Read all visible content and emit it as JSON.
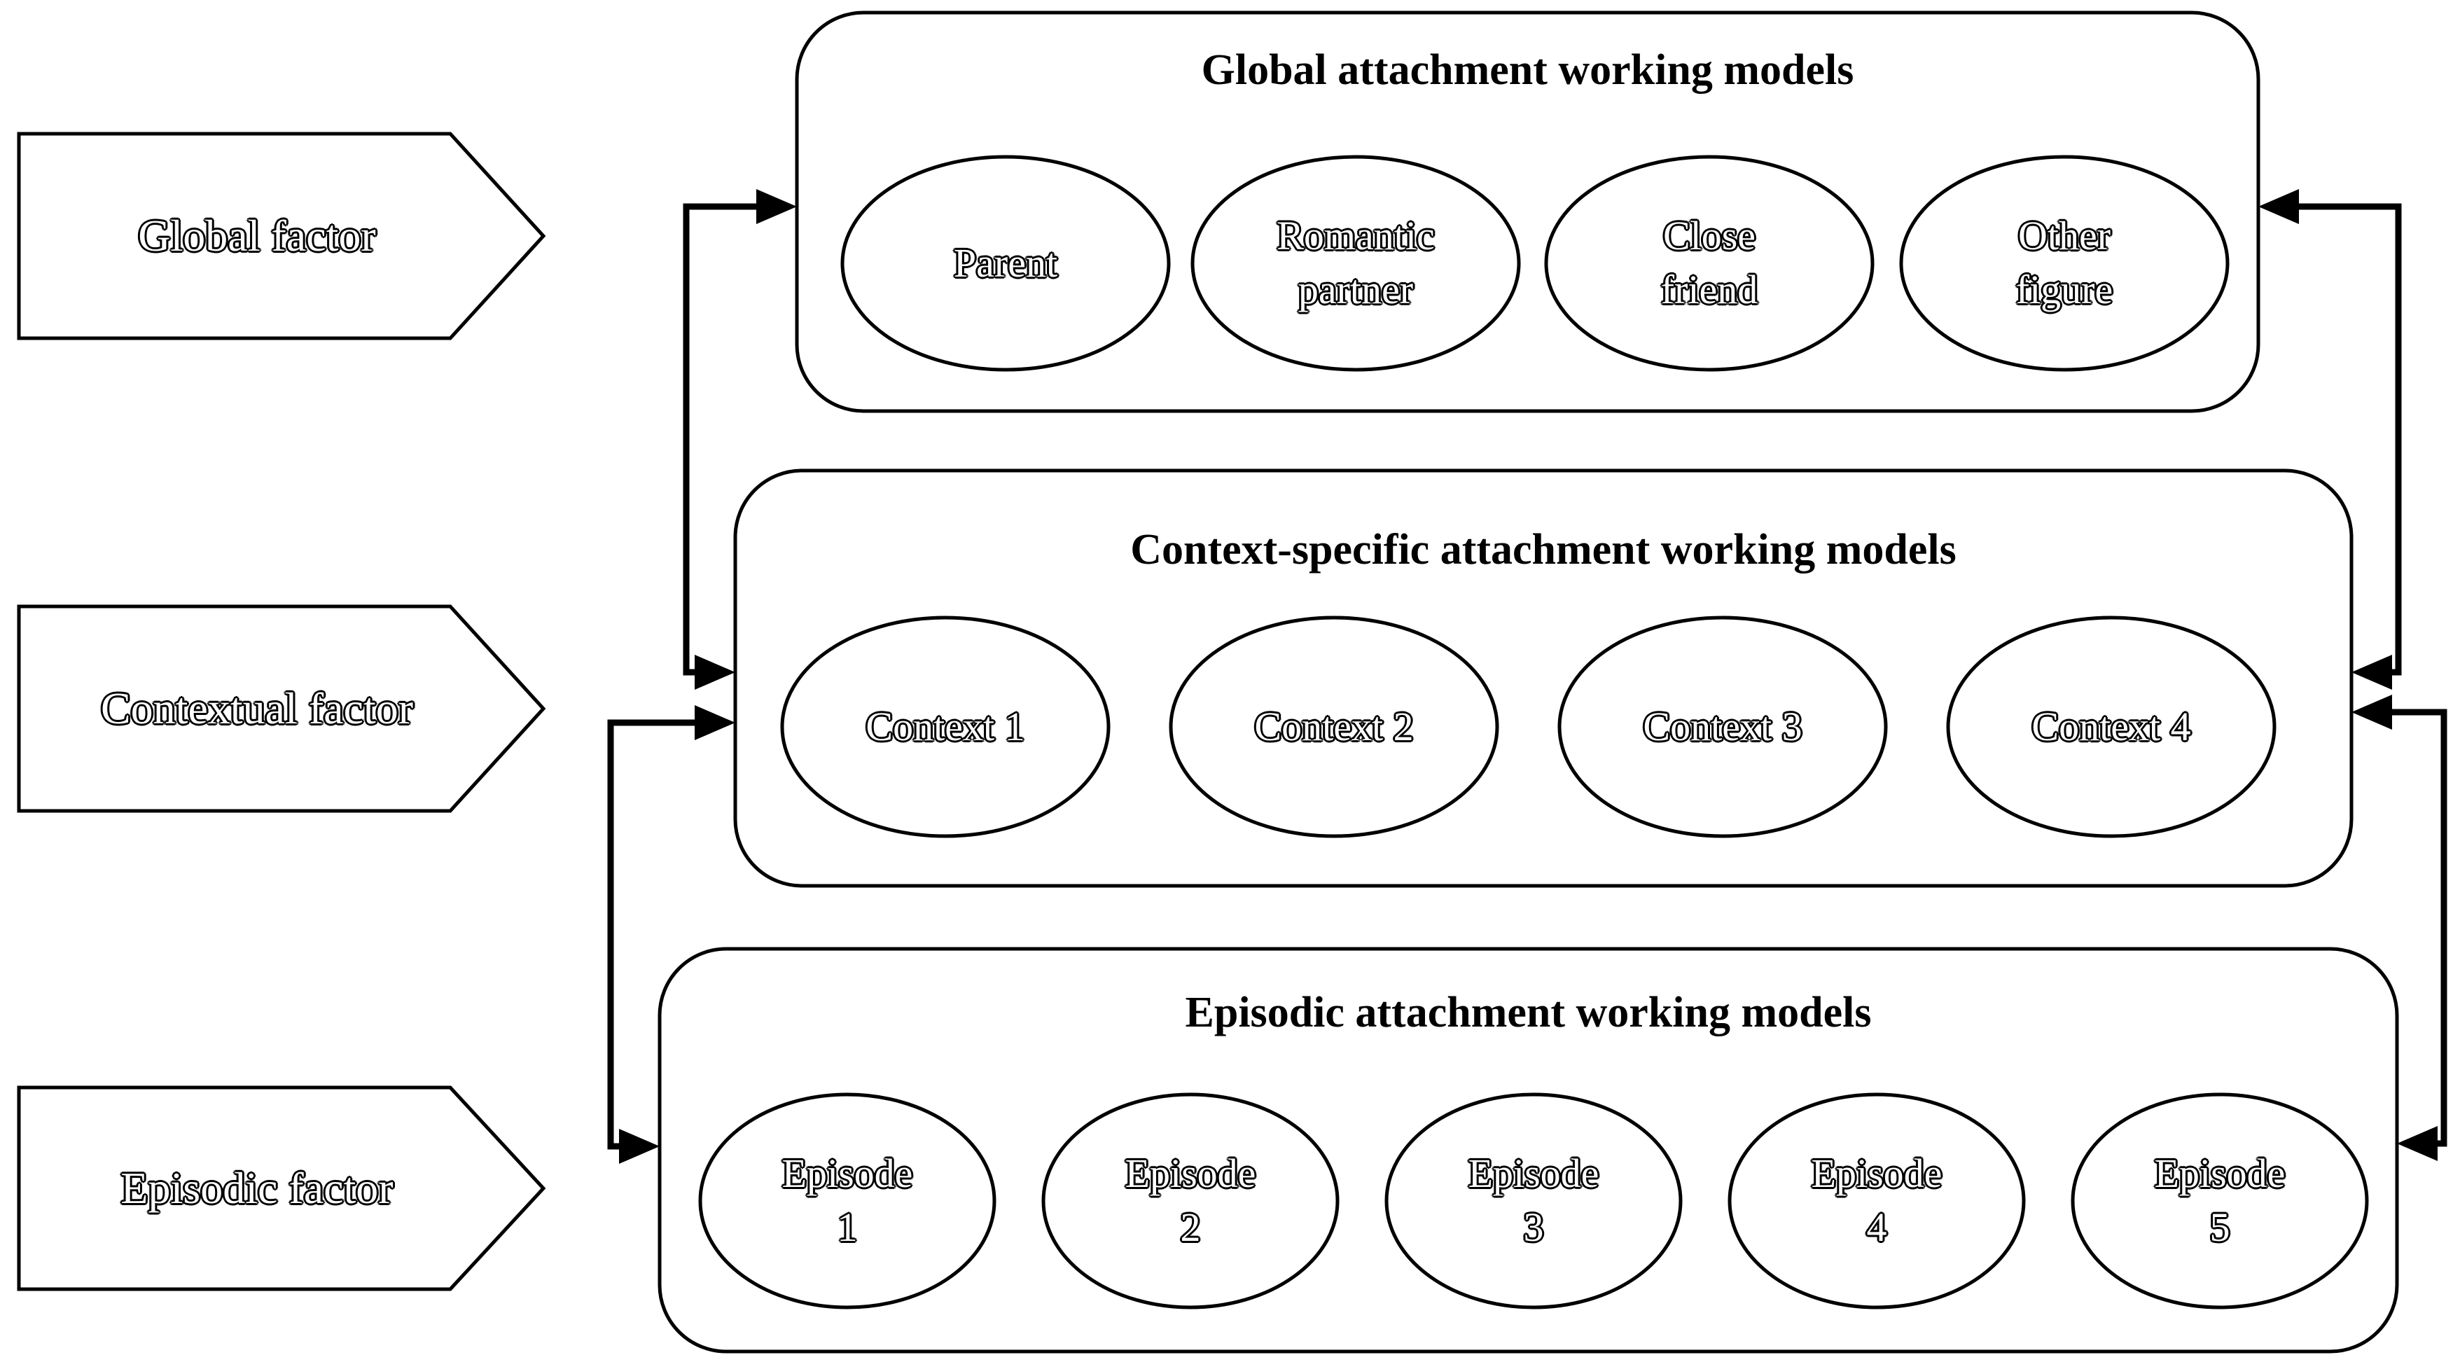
{
  "figure": {
    "background": "#ffffff",
    "line_color": "#000000",
    "factors": [
      {
        "label": "Global factor"
      },
      {
        "label": "Contextual factor"
      },
      {
        "label": "Episodic factor"
      }
    ],
    "levels": [
      {
        "title": "Global attachment working models",
        "nodes": [
          {
            "label": "Parent"
          },
          {
            "label": "Romantic\npartner"
          },
          {
            "label": "Close\nfriend"
          },
          {
            "label": "Other\nfigure"
          }
        ]
      },
      {
        "title": "Context-specific attachment working models",
        "nodes": [
          {
            "label": "Context 1"
          },
          {
            "label": "Context 2"
          },
          {
            "label": "Context 3"
          },
          {
            "label": "Context 4"
          }
        ]
      },
      {
        "title": "Episodic attachment working models",
        "nodes": [
          {
            "label": "Episode\n1"
          },
          {
            "label": "Episode\n2"
          },
          {
            "label": "Episode\n3"
          },
          {
            "label": "Episode\n4"
          },
          {
            "label": "Episode\n5"
          }
        ]
      }
    ]
  }
}
